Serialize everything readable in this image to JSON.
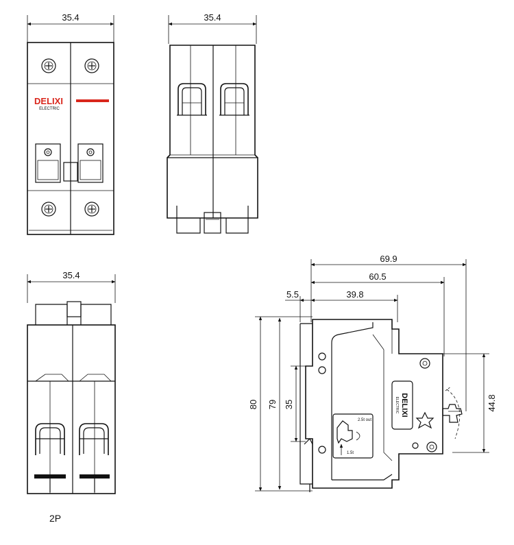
{
  "front_view": {
    "width_label": "35.4",
    "brand": "DELIXI",
    "brand_sub": "ELECTRIC"
  },
  "top_view": {
    "width_label": "35.4"
  },
  "bottom_view": {
    "width_label": "35.4"
  },
  "side_view": {
    "dim_total_depth": "69.9",
    "dim_depth_60_5": "60.5",
    "dim_offset": "5.5",
    "dim_front_depth": "39.8",
    "dim_height_80": "80",
    "dim_height_79": "79",
    "dim_height_35": "35",
    "dim_height_44_8": "44.8",
    "label_brand": "DELIXI",
    "label_brand_sub": "ELECTRIC",
    "label_out": "2.5t out",
    "label_in": "1.5t"
  },
  "caption": "2P",
  "colors": {
    "brand_red": "#d9261c",
    "line": "#111111"
  }
}
